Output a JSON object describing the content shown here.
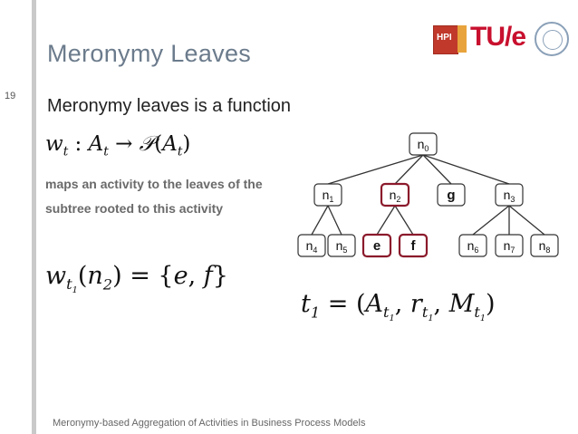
{
  "page_number": "19",
  "title": "Meronymy Leaves",
  "subtitle": "Meronymy leaves is a function",
  "description": "maps an activity to the leaves of the subtree rooted to this activity",
  "footer": "Meronymy-based Aggregation of Activities in Business Process Models",
  "logos": {
    "hpi": "HPI",
    "tue": "TU/e"
  },
  "tree": {
    "nodes": [
      {
        "id": "n0",
        "label": "n",
        "sub": "0",
        "highlight": false,
        "bold": false
      },
      {
        "id": "n1",
        "label": "n",
        "sub": "1",
        "highlight": false,
        "bold": false
      },
      {
        "id": "n2",
        "label": "n",
        "sub": "2",
        "highlight": true,
        "bold": false
      },
      {
        "id": "g",
        "label": "g",
        "sub": "",
        "highlight": false,
        "bold": true
      },
      {
        "id": "n3",
        "label": "n",
        "sub": "3",
        "highlight": false,
        "bold": false
      },
      {
        "id": "n4",
        "label": "n",
        "sub": "4",
        "highlight": false,
        "bold": false
      },
      {
        "id": "n5",
        "label": "n",
        "sub": "5",
        "highlight": false,
        "bold": false
      },
      {
        "id": "e",
        "label": "e",
        "sub": "",
        "highlight": true,
        "bold": true
      },
      {
        "id": "f",
        "label": "f",
        "sub": "",
        "highlight": true,
        "bold": true
      },
      {
        "id": "n6",
        "label": "n",
        "sub": "6",
        "highlight": false,
        "bold": false
      },
      {
        "id": "n7",
        "label": "n",
        "sub": "7",
        "highlight": false,
        "bold": false
      },
      {
        "id": "n8",
        "label": "n",
        "sub": "8",
        "highlight": false,
        "bold": false
      }
    ],
    "edges": [
      [
        "n0",
        "n1"
      ],
      [
        "n0",
        "n2"
      ],
      [
        "n0",
        "g"
      ],
      [
        "n0",
        "n3"
      ],
      [
        "n1",
        "n4"
      ],
      [
        "n1",
        "n5"
      ],
      [
        "n2",
        "e"
      ],
      [
        "n2",
        "f"
      ],
      [
        "n3",
        "n6"
      ],
      [
        "n3",
        "n7"
      ],
      [
        "n3",
        "n8"
      ]
    ]
  },
  "colors": {
    "highlight_border": "#8b1a2b",
    "node_border": "#333333",
    "title": "#6b7b8c"
  }
}
